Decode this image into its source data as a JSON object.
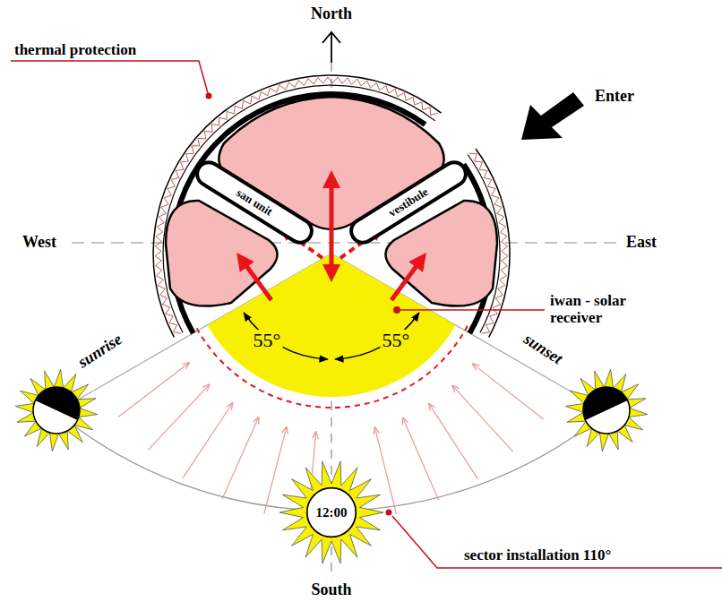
{
  "diagram": {
    "nodes": [
      {
        "text": [
          "san unit"
        ]
      },
      {
        "text": [
          "vestibule"
        ]
      },
      {
        "text": [
          "12:00"
        ]
      }
    ],
    "labels": [
      "North",
      "thermal protection",
      "Enter",
      "West",
      "East",
      "iwan - solar receiver",
      "55°",
      "55°",
      "sunrise",
      "sunset",
      "sector installation 110°",
      "South"
    ]
  }
}
